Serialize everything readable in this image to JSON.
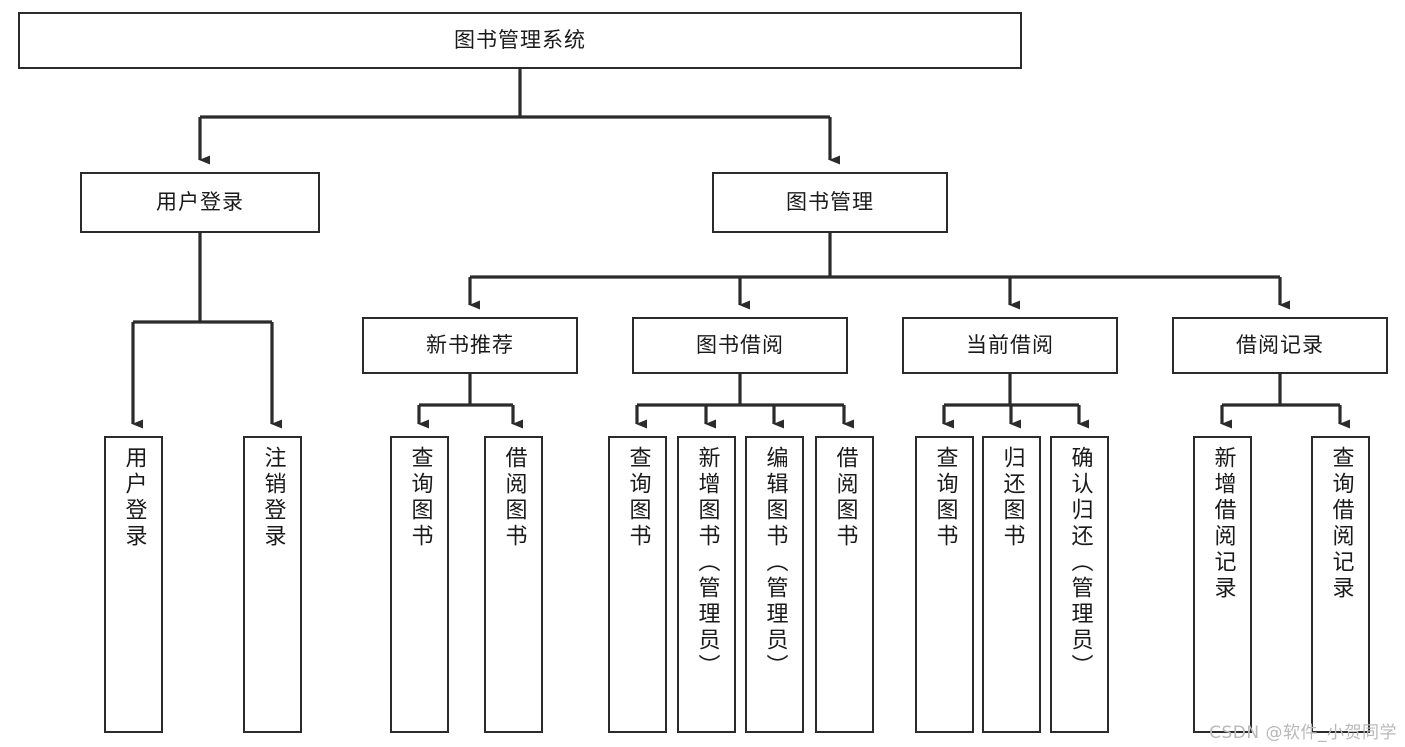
{
  "diagram": {
    "type": "tree-hierarchy-chart",
    "title": "图书管理系统",
    "line_color": "#2b2b2b",
    "box_fill": "#ffffff",
    "text_color": "#1a1a1a",
    "levels": 4,
    "root": {
      "id": "root",
      "label": "图书管理系统",
      "orientation": "horizontal"
    },
    "level2": [
      {
        "id": "user-login",
        "label": "用户登录",
        "orientation": "horizontal"
      },
      {
        "id": "book-manage",
        "label": "图书管理",
        "orientation": "horizontal"
      }
    ],
    "level3": [
      {
        "id": "new-book-recommend",
        "label": "新书推荐",
        "orientation": "horizontal"
      },
      {
        "id": "book-borrow",
        "label": "图书借阅",
        "orientation": "horizontal"
      },
      {
        "id": "current-borrow",
        "label": "当前借阅",
        "orientation": "horizontal"
      },
      {
        "id": "borrow-record",
        "label": "借阅记录",
        "orientation": "horizontal"
      }
    ],
    "leaves": {
      "user-login": [
        {
          "id": "leaf-user-login",
          "label": "用户登录",
          "orientation": "vertical"
        },
        {
          "id": "leaf-logout-login",
          "label": "注销登录",
          "orientation": "vertical"
        }
      ],
      "new-book-recommend": [
        {
          "id": "leaf-query-book-1",
          "label": "查询图书",
          "orientation": "vertical"
        },
        {
          "id": "leaf-borrow-book-1",
          "label": "借阅图书",
          "orientation": "vertical"
        }
      ],
      "book-borrow": [
        {
          "id": "leaf-query-book-2",
          "label": "查询图书",
          "orientation": "vertical"
        },
        {
          "id": "leaf-add-book",
          "label": "新增图书（管理员）",
          "orientation": "vertical"
        },
        {
          "id": "leaf-edit-book",
          "label": "编辑图书（管理员）",
          "orientation": "vertical"
        },
        {
          "id": "leaf-borrow-book-2",
          "label": "借阅图书",
          "orientation": "vertical"
        }
      ],
      "current-borrow": [
        {
          "id": "leaf-query-book-3",
          "label": "查询图书",
          "orientation": "vertical"
        },
        {
          "id": "leaf-return-book",
          "label": "归还图书",
          "orientation": "vertical"
        },
        {
          "id": "leaf-confirm-return",
          "label": "确认归还（管理员）",
          "orientation": "vertical"
        }
      ],
      "borrow-record": [
        {
          "id": "leaf-add-record",
          "label": "新增借阅记录",
          "orientation": "vertical"
        },
        {
          "id": "leaf-query-record",
          "label": "查询借阅记录",
          "orientation": "vertical"
        }
      ]
    }
  },
  "watermark": {
    "text": "CSDN @软件_小贺同学"
  }
}
